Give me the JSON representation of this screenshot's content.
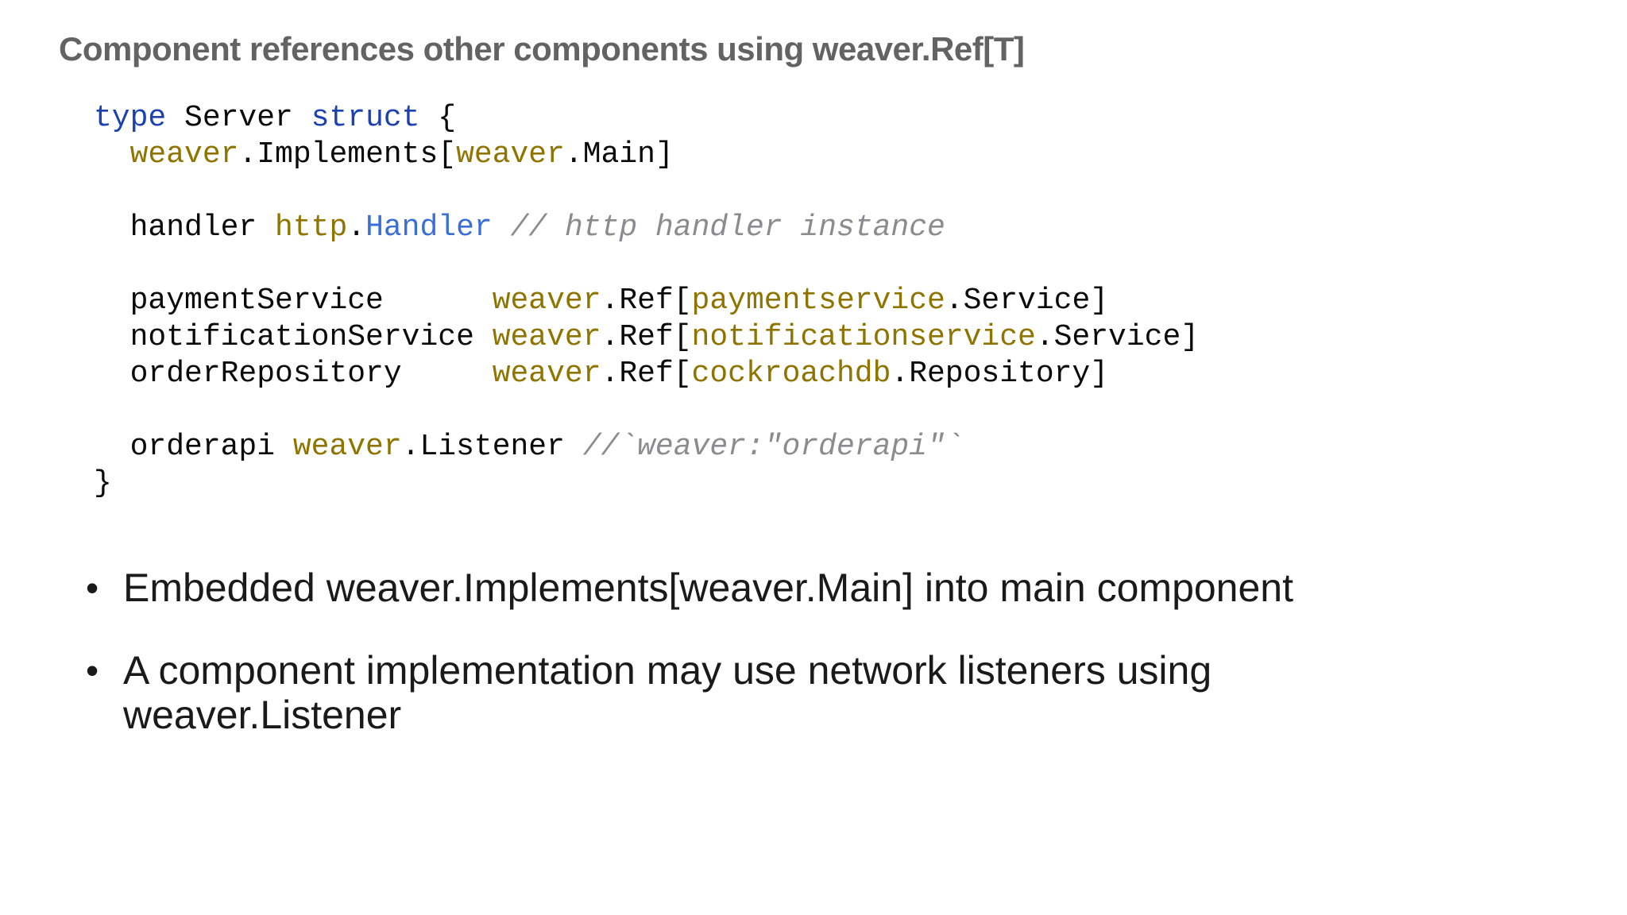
{
  "slide": {
    "title": "Component references other components using weaver.Ref[T]",
    "colors": {
      "background": "#ffffff",
      "title": "#636363",
      "code_text": "#0a0a0a",
      "keyword": "#1d41ae",
      "type": "#3b6fd6",
      "package": "#8f7400",
      "comment": "#8b8b90",
      "body_text": "#1a1a1a"
    },
    "code": {
      "language": "go",
      "lines": [
        {
          "segments": [
            {
              "t": "type",
              "c": "keyword"
            },
            {
              "t": " Server ",
              "c": "plain"
            },
            {
              "t": "struct",
              "c": "keyword"
            },
            {
              "t": " {",
              "c": "plain"
            }
          ]
        },
        {
          "segments": [
            {
              "t": "  ",
              "c": "plain"
            },
            {
              "t": "weaver",
              "c": "package"
            },
            {
              "t": ".Implements[",
              "c": "plain"
            },
            {
              "t": "weaver",
              "c": "package"
            },
            {
              "t": ".Main]",
              "c": "plain"
            }
          ]
        },
        {
          "segments": []
        },
        {
          "segments": [
            {
              "t": "  handler ",
              "c": "plain"
            },
            {
              "t": "http",
              "c": "package"
            },
            {
              "t": ".",
              "c": "plain"
            },
            {
              "t": "Handler",
              "c": "type"
            },
            {
              "t": " ",
              "c": "plain"
            },
            {
              "t": "// http handler instance",
              "c": "comment"
            }
          ]
        },
        {
          "segments": []
        },
        {
          "segments": [
            {
              "t": "  paymentService      ",
              "c": "plain"
            },
            {
              "t": "weaver",
              "c": "package"
            },
            {
              "t": ".Ref[",
              "c": "plain"
            },
            {
              "t": "paymentservice",
              "c": "package"
            },
            {
              "t": ".Service]",
              "c": "plain"
            }
          ]
        },
        {
          "segments": [
            {
              "t": "  notificationService ",
              "c": "plain"
            },
            {
              "t": "weaver",
              "c": "package"
            },
            {
              "t": ".Ref[",
              "c": "plain"
            },
            {
              "t": "notificationservice",
              "c": "package"
            },
            {
              "t": ".Service]",
              "c": "plain"
            }
          ]
        },
        {
          "segments": [
            {
              "t": "  orderRepository     ",
              "c": "plain"
            },
            {
              "t": "weaver",
              "c": "package"
            },
            {
              "t": ".Ref[",
              "c": "plain"
            },
            {
              "t": "cockroachdb",
              "c": "package"
            },
            {
              "t": ".Repository]",
              "c": "plain"
            }
          ]
        },
        {
          "segments": []
        },
        {
          "segments": [
            {
              "t": "  orderapi ",
              "c": "plain"
            },
            {
              "t": "weaver",
              "c": "package"
            },
            {
              "t": ".Listener ",
              "c": "plain"
            },
            {
              "t": "//`weaver:\"orderapi\"`",
              "c": "comment"
            }
          ]
        },
        {
          "segments": [
            {
              "t": "}",
              "c": "plain"
            }
          ]
        }
      ]
    },
    "bullets": {
      "marker": "•",
      "items": [
        "Embedded weaver.Implements[weaver.Main] into main component",
        "A component implementation may use network listeners using weaver.Listener"
      ]
    }
  }
}
